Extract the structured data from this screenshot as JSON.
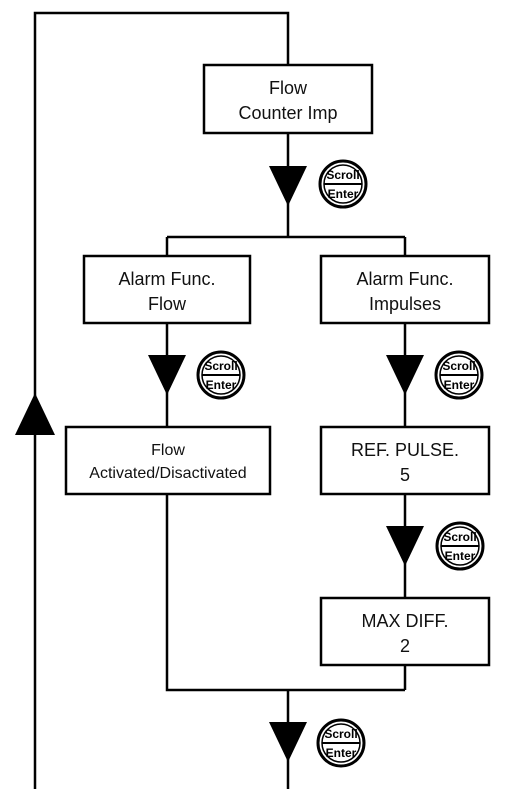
{
  "colors": {
    "stroke": "#000000",
    "fill": "#ffffff",
    "text": "#111111"
  },
  "buttons": {
    "scroll_label": "Scroll",
    "enter_label": "Enter"
  },
  "boxes": {
    "flow_counter": {
      "line1": "Flow",
      "line2": "Counter Imp"
    },
    "alarm_flow": {
      "line1": "Alarm Func.",
      "line2": "Flow"
    },
    "alarm_impulses": {
      "line1": "Alarm Func.",
      "line2": "Impulses"
    },
    "flow_activated": {
      "line1": "Flow",
      "line2": "Activated/Disactivated"
    },
    "ref_pulse": {
      "line1": "REF. PULSE.",
      "line2": "5"
    },
    "max_diff": {
      "line1": "MAX DIFF.",
      "line2": "2"
    }
  }
}
